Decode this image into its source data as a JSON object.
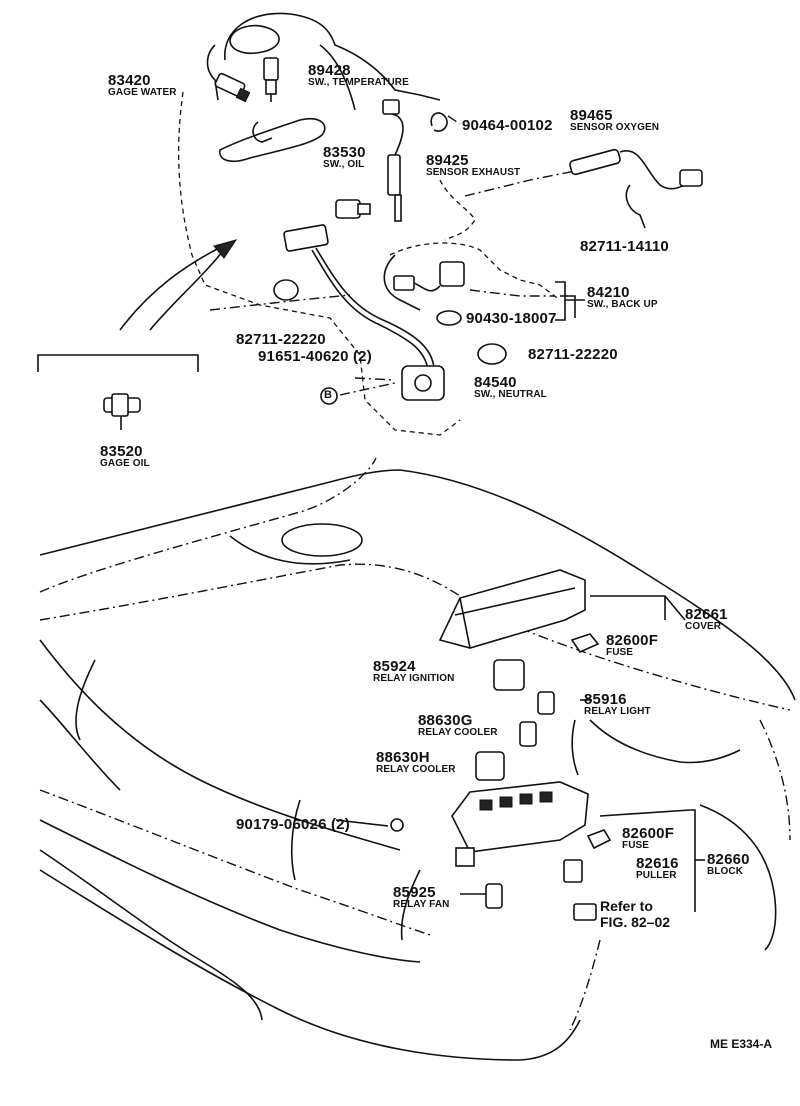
{
  "parts": [
    {
      "id": "p83420",
      "number": "83420",
      "desc": "GAGE WATER"
    },
    {
      "id": "p89428",
      "number": "89428",
      "desc": "SW., TEMPERATURE"
    },
    {
      "id": "p90464",
      "number": "90464-00102",
      "desc": ""
    },
    {
      "id": "p89465",
      "number": "89465",
      "desc": "SENSOR OXYGEN"
    },
    {
      "id": "p83530",
      "number": "83530",
      "desc": "SW.,  OIL"
    },
    {
      "id": "p89425",
      "number": "89425",
      "desc": "SENSOR EXHAUST"
    },
    {
      "id": "p82711a",
      "number": "82711-14110",
      "desc": ""
    },
    {
      "id": "p84210",
      "number": "84210",
      "desc": "SW., BACK UP"
    },
    {
      "id": "p90430",
      "number": "90430-18007",
      "desc": ""
    },
    {
      "id": "p82711b",
      "number": "82711-22220",
      "desc": ""
    },
    {
      "id": "p91651",
      "number": "91651-40620 (2)",
      "desc": ""
    },
    {
      "id": "p82711c",
      "number": "82711-22220",
      "desc": ""
    },
    {
      "id": "p84540",
      "number": "84540",
      "desc": "SW., NEUTRAL"
    },
    {
      "id": "p83520",
      "number": "83520",
      "desc": "GAGE OIL"
    },
    {
      "id": "p82661",
      "number": "82661",
      "desc": "COVER"
    },
    {
      "id": "p82600f1",
      "number": "82600F",
      "desc": "FUSE"
    },
    {
      "id": "p85924",
      "number": "85924",
      "desc": "RELAY IGNITION"
    },
    {
      "id": "p85916",
      "number": "85916",
      "desc": "RELAY LIGHT"
    },
    {
      "id": "p88630g",
      "number": "88630G",
      "desc": "RELAY COOLER"
    },
    {
      "id": "p88630h",
      "number": "88630H",
      "desc": "RELAY COOLER"
    },
    {
      "id": "p90179",
      "number": "90179-06026 (2)",
      "desc": ""
    },
    {
      "id": "p82600f2",
      "number": "82600F",
      "desc": "FUSE"
    },
    {
      "id": "p82616",
      "number": "82616",
      "desc": "PULLER"
    },
    {
      "id": "p82660",
      "number": "82660",
      "desc": "BLOCK"
    },
    {
      "id": "p85925",
      "number": "85925",
      "desc": "RELAY FAN"
    }
  ],
  "callout_b": "B",
  "refer_line1": "Refer to",
  "refer_line2": "FIG. 82–02",
  "figure_code": "ME E334-A"
}
